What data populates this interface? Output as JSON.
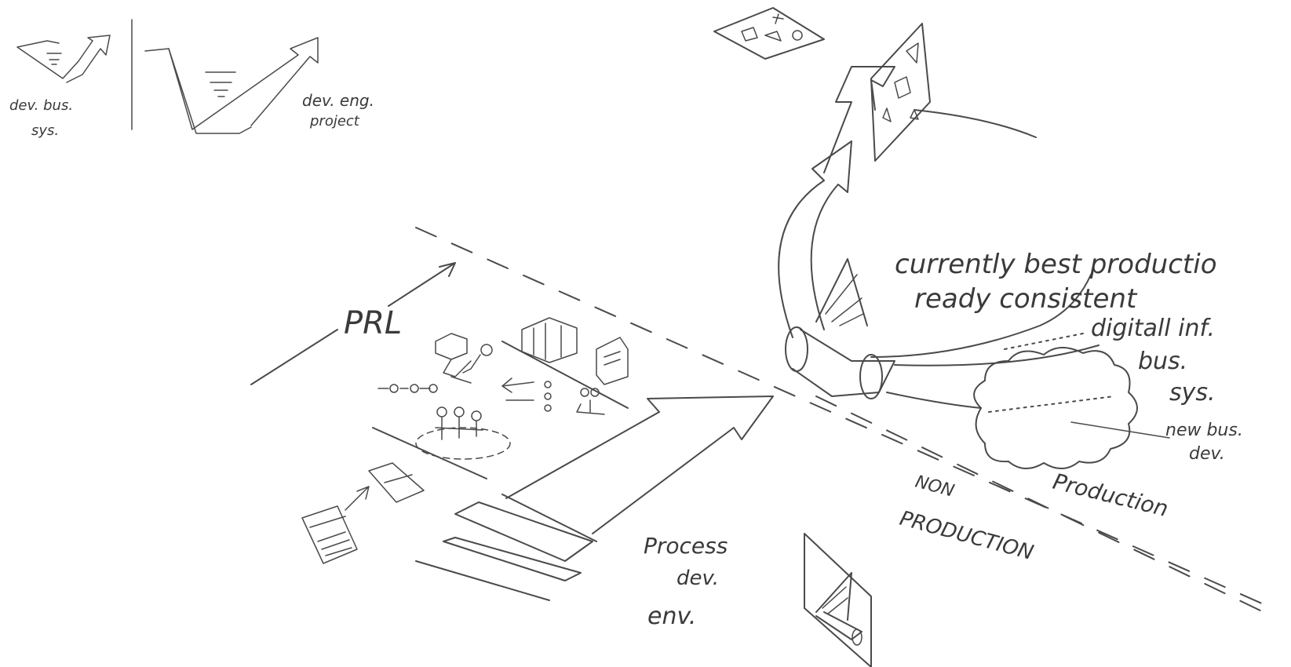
{
  "labels": {
    "v_small_1": "dev. bus.",
    "v_small_2": "sys.",
    "v_large_1": "dev. eng.",
    "v_large_2": "project",
    "prl": "PRL",
    "process_1": "Process",
    "process_2": "dev.",
    "process_3": "env.",
    "best_1": "currently best productio",
    "best_2": "ready consistent",
    "best_3": "digitall inf.",
    "best_4": "bus.",
    "best_5": "sys.",
    "new_bus_1": "new bus.",
    "new_bus_2": "dev.",
    "non_prod_1": "NON",
    "non_prod_2": "PRODUCTION",
    "production": "Production"
  }
}
